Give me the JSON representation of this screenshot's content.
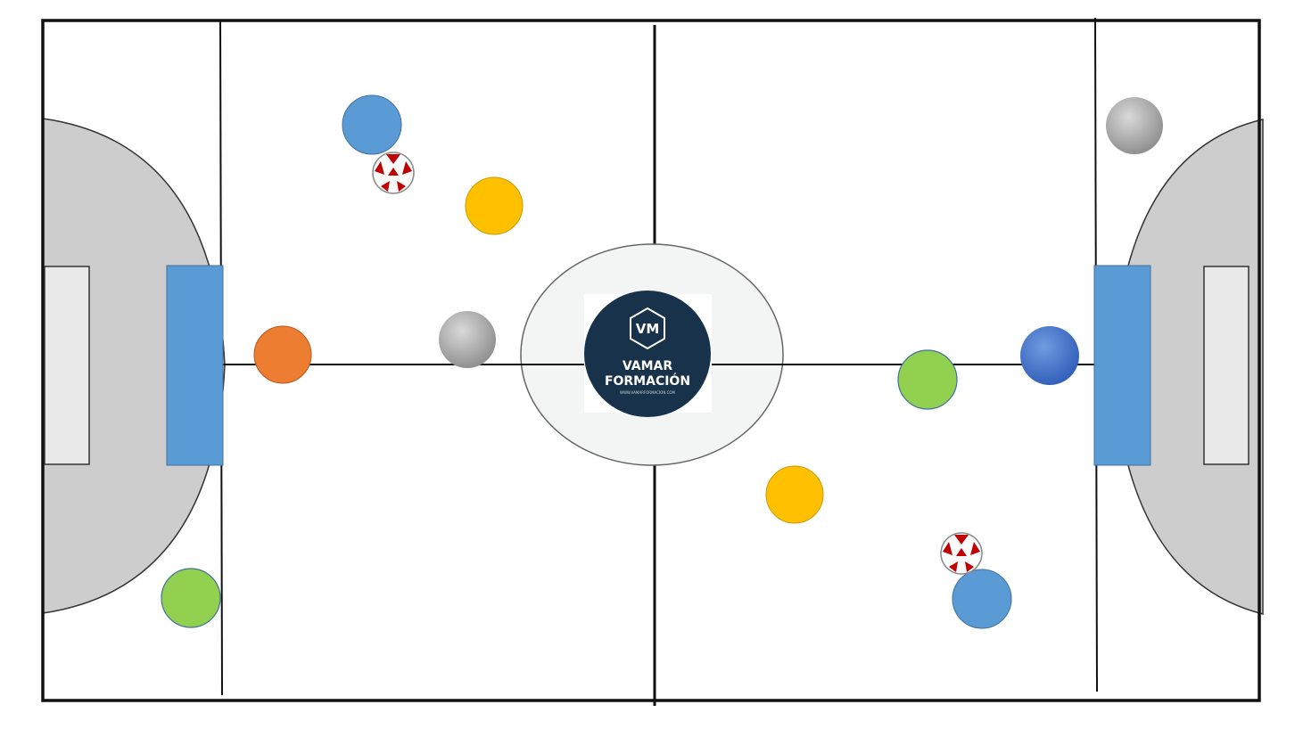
{
  "diagram": {
    "logo": {
      "monogram": "VM",
      "line1": "VAMAR",
      "line2": "FORMACIÓN",
      "url": "WWW.VAMARFORMACION.COM",
      "colors": {
        "circle": "#17324a",
        "text": "#ffffff"
      }
    },
    "colors": {
      "court_line": "#111111",
      "goal_area": "#cdcdcd",
      "center_circle": "#f3f4f4",
      "blue_box": "#5b9bd5",
      "goal": "#e9e9e9"
    },
    "players": [
      {
        "id": "blue-top-left",
        "color": "#5b9bd5"
      },
      {
        "id": "yellow-top-left",
        "color": "#ffc000"
      },
      {
        "id": "orange-left",
        "color": "#ed7d31"
      },
      {
        "id": "gray-left",
        "color": "#a6a6a6"
      },
      {
        "id": "green-bottom-left",
        "color": "#92d050"
      },
      {
        "id": "gray-top-right",
        "color": "#a6a6a6"
      },
      {
        "id": "blue-right",
        "color": "#4472c4"
      },
      {
        "id": "green-right",
        "color": "#92d050"
      },
      {
        "id": "yellow-bottom-right",
        "color": "#ffc000"
      },
      {
        "id": "blue-bottom-right",
        "color": "#5b9bd5"
      }
    ],
    "balls": [
      {
        "id": "ball-top-left"
      },
      {
        "id": "ball-bottom-right"
      }
    ]
  }
}
